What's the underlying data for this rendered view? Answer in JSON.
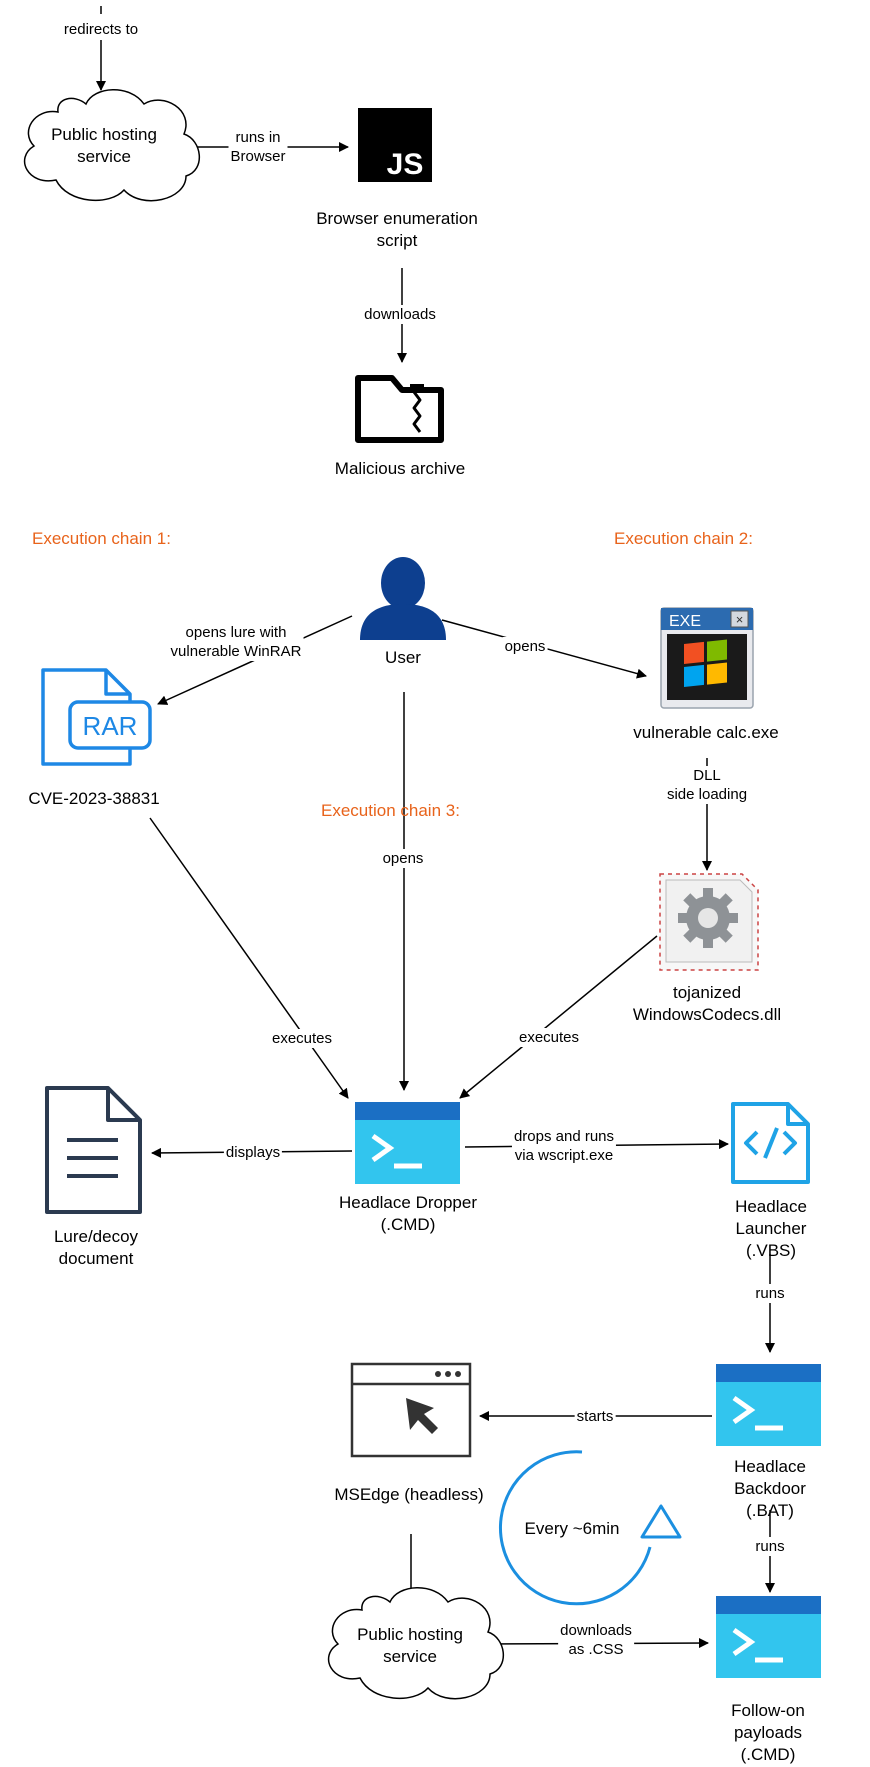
{
  "chain_color": "#e8631b",
  "icon_blue": "#2fb8e8",
  "loop_blue": "#1b8fe0",
  "nodes": {
    "public_hosting_top": "Public hosting\nservice",
    "js_script": "Browser enumeration\nscript",
    "js_icon_text": "JS",
    "malicious_archive": "Malicious archive",
    "user": "User",
    "rar": "CVE-2023-38831",
    "rar_icon_text": "RAR",
    "calc": "vulnerable calc.exe",
    "exe_icon_text": "EXE",
    "dll": "tojanized\nWindowsCodecs.dll",
    "dropper": "Headlace Dropper\n(.CMD)",
    "lure": "Lure/decoy\ndocument",
    "launcher": "Headlace Launcher\n(.VBS)",
    "backdoor": "Headlace Backdoor\n(.BAT)",
    "msedge": "MSEdge (headless)",
    "public_hosting_bottom": "Public hosting\nservice",
    "followon": "Follow-on payloads\n(.CMD)"
  },
  "chains": {
    "chain1": "Execution chain 1:",
    "chain2": "Execution chain 2:",
    "chain3": "Execution chain 3:"
  },
  "edges": {
    "redirects": "redirects to",
    "runs_in_browser": "runs in\nBrowser",
    "downloads": "downloads",
    "opens_lure": "opens lure with\nvulnerable WinRAR",
    "opens_calc": "opens",
    "dll_sideload": "DLL\nside loading",
    "opens_chain3": "opens",
    "executes_left": "executes",
    "executes_right": "executes",
    "displays": "displays",
    "drops_runs": "drops and runs\nvia wscript.exe",
    "runs_launcher": "runs",
    "starts": "starts",
    "runs_backdoor": "runs",
    "downloads_css": "downloads\nas .CSS",
    "every_6min": "Every ~6min"
  }
}
